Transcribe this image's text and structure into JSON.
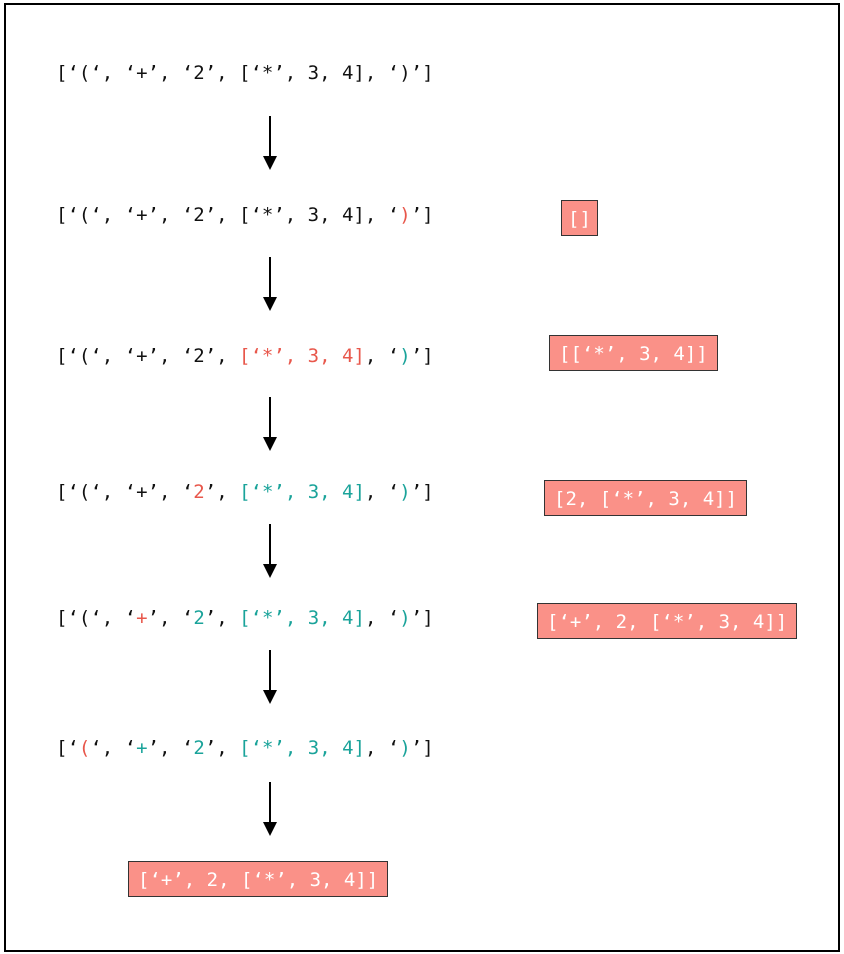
{
  "colors": {
    "default": "#111111",
    "current": "#e8574b",
    "done": "#1aa39a",
    "stack_bg": "#fa9188",
    "stack_text": "#ffffff"
  },
  "rows": [
    {
      "tokens": [
        {
          "t": "[‘(‘, ",
          "s": "d"
        },
        {
          "t": "‘+’, ",
          "s": "d"
        },
        {
          "t": "‘2’, ",
          "s": "d"
        },
        {
          "t": "[‘*’, 3, 4]",
          "s": "d"
        },
        {
          "t": ", ",
          "s": "d"
        },
        {
          "t": "‘)’]",
          "s": "d"
        }
      ]
    },
    {
      "tokens": [
        {
          "t": "[‘(‘, ",
          "s": "d"
        },
        {
          "t": "‘+’, ",
          "s": "d"
        },
        {
          "t": "‘2’, ",
          "s": "d"
        },
        {
          "t": "[‘*’, 3, 4]",
          "s": "d"
        },
        {
          "t": ", ",
          "s": "d"
        },
        {
          "t": "‘",
          "s": "d"
        },
        {
          "t": ")",
          "s": "c"
        },
        {
          "t": "’]",
          "s": "d"
        }
      ]
    },
    {
      "tokens": [
        {
          "t": "[‘(‘, ",
          "s": "d"
        },
        {
          "t": "‘+’, ",
          "s": "d"
        },
        {
          "t": "‘2’, ",
          "s": "d"
        },
        {
          "t": "[‘*’, 3, 4]",
          "s": "c"
        },
        {
          "t": ", ",
          "s": "d"
        },
        {
          "t": "‘",
          "s": "d"
        },
        {
          "t": ")",
          "s": "g"
        },
        {
          "t": "’]",
          "s": "d"
        }
      ]
    },
    {
      "tokens": [
        {
          "t": "[‘(‘, ",
          "s": "d"
        },
        {
          "t": "‘+’, ",
          "s": "d"
        },
        {
          "t": "‘",
          "s": "d"
        },
        {
          "t": "2",
          "s": "c"
        },
        {
          "t": "’, ",
          "s": "d"
        },
        {
          "t": "[‘*’, 3, 4]",
          "s": "g"
        },
        {
          "t": ", ",
          "s": "d"
        },
        {
          "t": "‘",
          "s": "d"
        },
        {
          "t": ")",
          "s": "g"
        },
        {
          "t": "’]",
          "s": "d"
        }
      ]
    },
    {
      "tokens": [
        {
          "t": "[‘(‘, ",
          "s": "d"
        },
        {
          "t": "‘",
          "s": "d"
        },
        {
          "t": "+",
          "s": "c"
        },
        {
          "t": "’, ",
          "s": "d"
        },
        {
          "t": "‘",
          "s": "d"
        },
        {
          "t": "2",
          "s": "g"
        },
        {
          "t": "’, ",
          "s": "d"
        },
        {
          "t": "[‘*’, 3, 4]",
          "s": "g"
        },
        {
          "t": ", ",
          "s": "d"
        },
        {
          "t": "‘",
          "s": "d"
        },
        {
          "t": ")",
          "s": "g"
        },
        {
          "t": "’]",
          "s": "d"
        }
      ]
    },
    {
      "tokens": [
        {
          "t": "[‘",
          "s": "d"
        },
        {
          "t": "(",
          "s": "c"
        },
        {
          "t": "‘, ",
          "s": "d"
        },
        {
          "t": "‘",
          "s": "d"
        },
        {
          "t": "+",
          "s": "g"
        },
        {
          "t": "’, ",
          "s": "d"
        },
        {
          "t": "‘",
          "s": "d"
        },
        {
          "t": "2",
          "s": "g"
        },
        {
          "t": "’, ",
          "s": "d"
        },
        {
          "t": "[‘*’, 3, 4]",
          "s": "g"
        },
        {
          "t": ", ",
          "s": "d"
        },
        {
          "t": "‘",
          "s": "d"
        },
        {
          "t": ")",
          "s": "g"
        },
        {
          "t": "’]",
          "s": "d"
        }
      ]
    }
  ],
  "stacks": [
    "[]",
    "[[‘*’, 3, 4]]",
    "[2, [‘*’, 3, 4]]",
    "[‘+’, 2, [‘*’, 3, 4]]"
  ],
  "result": "[‘+’, 2, [‘*’, 3, 4]]"
}
